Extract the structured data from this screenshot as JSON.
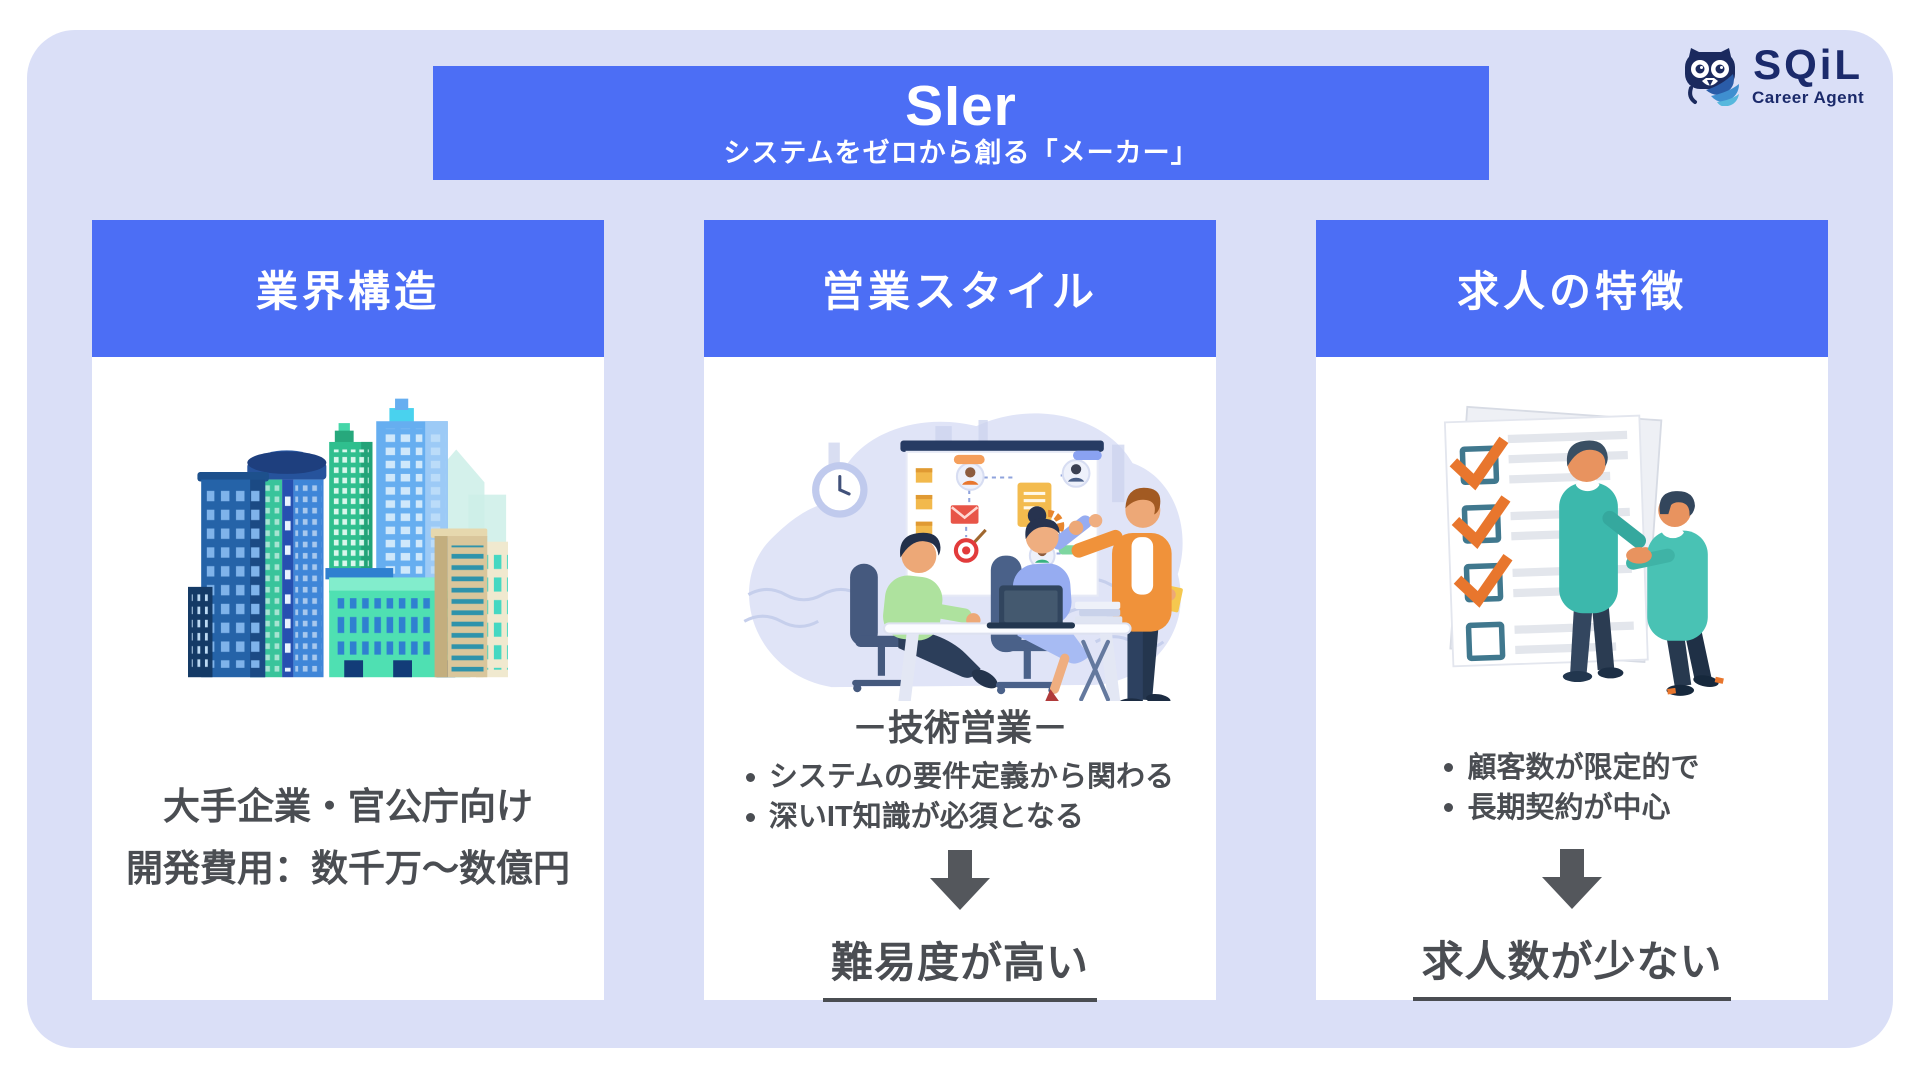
{
  "header": {
    "title": "SIer",
    "subtitle": "システムをゼロから創る「メーカー」"
  },
  "logo": {
    "brand": "SQiL",
    "tagline": "Career Agent"
  },
  "columns": [
    {
      "header": "業界構造",
      "illustration": "city-buildings",
      "lines": [
        "大手企業・官公庁向け",
        "開発費用：数千万〜数億円"
      ]
    },
    {
      "header": "営業スタイル",
      "illustration": "technical-sales-meeting",
      "subheading": "－技術営業－",
      "bullets": [
        "システムの要件定義から関わる",
        "深いIT知識が必須となる"
      ],
      "conclusion": "難易度が高い"
    },
    {
      "header": "求人の特徴",
      "illustration": "handshake-checklist",
      "bullets": [
        "顧客数が限定的で",
        "長期契約が中心"
      ],
      "conclusion": "求人数が少ない"
    }
  ],
  "colors": {
    "accent_blue": "#4c6ef5",
    "panel_lavender": "#dadff7",
    "text_gray": "#4a4d52",
    "arrow_gray": "#54575c",
    "logo_navy": "#1b2a6b",
    "check_orange": "#e8762d",
    "shirt_teal": "#3cb8ac"
  }
}
